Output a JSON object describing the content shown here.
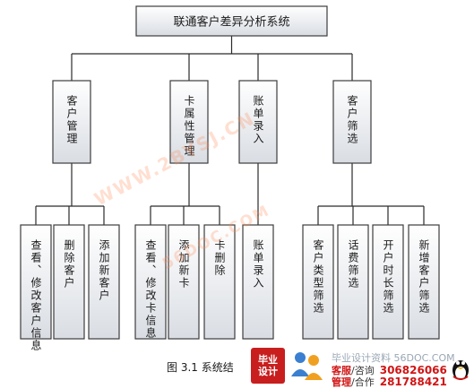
{
  "diagram": {
    "root": "联通客户差异分析系统",
    "modules": [
      {
        "label": "客户管理",
        "children": [
          "查看、修改客户信息",
          "删除客户",
          "添加新客户"
        ]
      },
      {
        "label": "卡属性管理",
        "children": [
          "查看、修改卡信息",
          "添加新卡",
          "卡删除"
        ]
      },
      {
        "label": "账单录入",
        "children": [
          "账单录入"
        ]
      },
      {
        "label": "客户筛选",
        "children": [
          "客户类型筛选",
          "话费筛选",
          "开户时长筛选",
          "新增客户筛选"
        ]
      }
    ]
  },
  "caption": "图 3.1 系统结",
  "watermarks": [
    "WWW.2BYSJ.CN",
    "56DOC.COM"
  ],
  "banner": {
    "logo_line1": "毕业",
    "logo_line2": "设计",
    "site": "毕业设计资料 56DOC.COM",
    "service_label": "客服",
    "service_sep": "/咨询",
    "service_number": "306826066",
    "manage_label": "管理",
    "manage_sep": "/合作",
    "manage_number": "281788421"
  },
  "colors": {
    "box_fill_top": "#ffffff",
    "box_fill_bottom": "#d9dde3",
    "box_stroke": "#3c3c3c",
    "line": "#2a2a2a",
    "watermark": "#ff8c5a",
    "banner_red": "#d01515"
  },
  "icons": [
    "people-icon",
    "qq-penguin-icon"
  ]
}
